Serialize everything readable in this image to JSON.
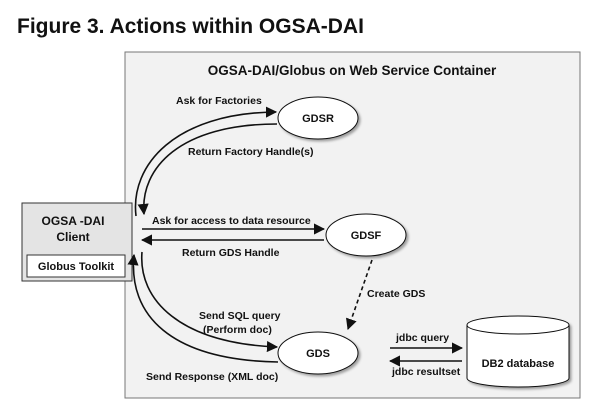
{
  "title": "Figure 3. Actions within OGSA-DAI",
  "container": {
    "label": "OGSA-DAI/Globus on Web Service Container"
  },
  "client": {
    "label_line1": "OGSA -DAI",
    "label_line2": "Client",
    "toolkit_label": "Globus Toolkit"
  },
  "nodes": {
    "gdsr": "GDSR",
    "gdsf": "GDSF",
    "gds": "GDS",
    "db2": "DB2 database"
  },
  "edges": {
    "ask_factories": "Ask for Factories",
    "return_factory_handle": "Return Factory Handle(s)",
    "ask_access": "Ask for access to data resource",
    "return_gds_handle": "Return GDS Handle",
    "create_gds": "Create GDS",
    "send_sql_line1": "Send SQL query",
    "send_sql_line2": "(Perform doc)",
    "send_response": "Send Response (XML doc)",
    "jdbc_query": "jdbc query",
    "jdbc_resultset": "jdbc resultset"
  },
  "colors": {
    "container_fill": "#f2f2f2",
    "client_fill": "#e4e4e4",
    "node_fill": "#ffffff",
    "stroke": "#111111"
  }
}
